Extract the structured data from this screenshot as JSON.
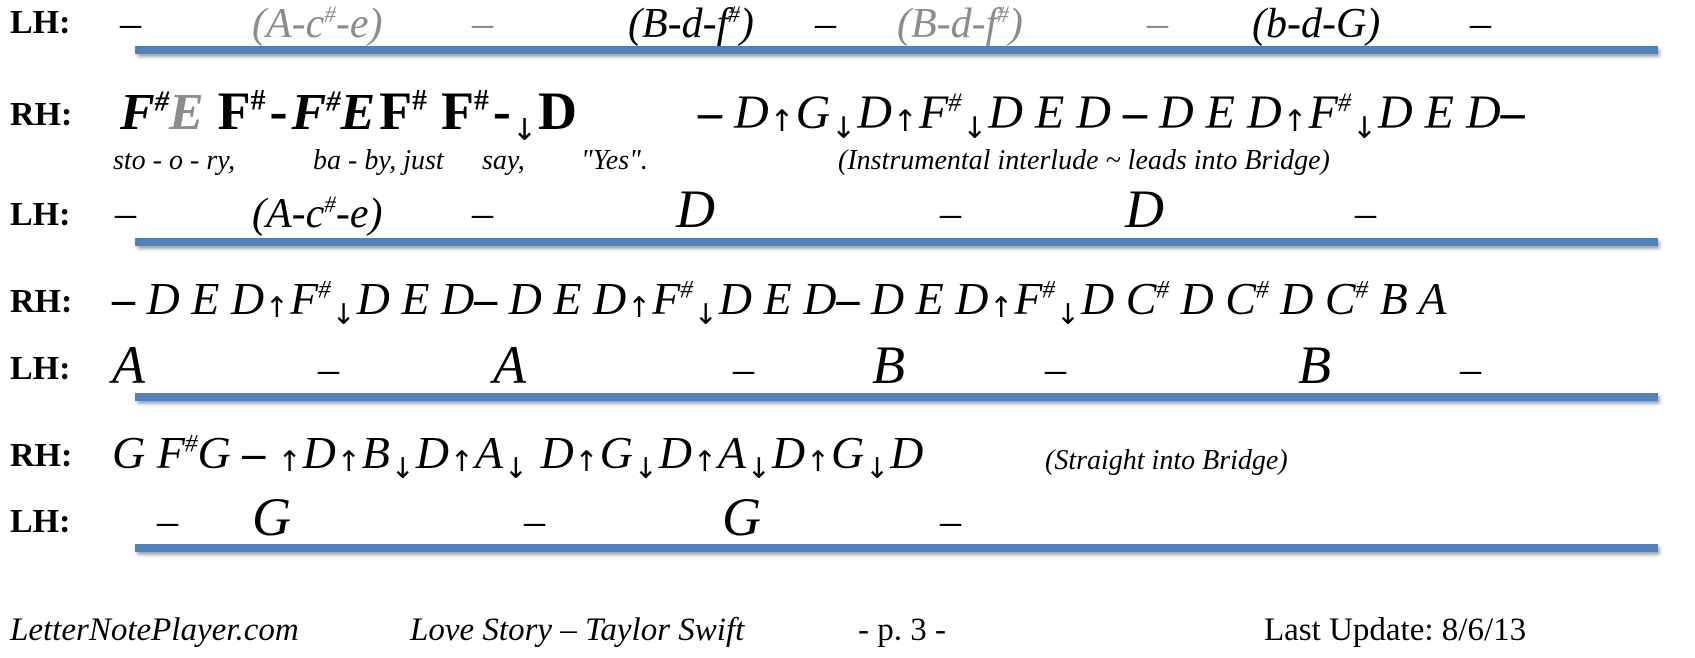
{
  "labels": {
    "lh": "LH:",
    "rh": "RH:"
  },
  "row1_lh": {
    "items": [
      "–",
      "(A-c",
      "#",
      "-e)",
      "–",
      "(B-d-f",
      "#",
      ")",
      "–",
      "(B-d-f",
      "#",
      ")",
      "–",
      "(b-d-G)",
      "–"
    ]
  },
  "row2_rh": {
    "left": [
      "F",
      "#",
      "E",
      "F",
      "#",
      "-",
      "F",
      "#",
      "E",
      "F",
      "#",
      "F",
      "#",
      "-",
      "↓",
      "D"
    ],
    "right": "– D↑G↓D↑F#↓D E D – D E D↑F#↓D E D –",
    "lyrics": [
      "sto - o - ry,",
      "ba - by,  just",
      "say,",
      "\"Yes\"."
    ],
    "note": "(Instrumental interlude ~ leads into Bridge)"
  },
  "row3_lh": {
    "items": [
      "–",
      "(A-c",
      "#",
      "-e)",
      "–",
      "D",
      "–",
      "D",
      "–"
    ]
  },
  "row4_rh": {
    "groups": [
      "– D E D↑F#↓D E D",
      "– D E D↑F#↓D E D",
      "– D E D↑F#↓D C# D C# D C# B A"
    ]
  },
  "row5_lh": {
    "items": [
      "A",
      "–",
      "A",
      "–",
      "B",
      "–",
      "B",
      "–"
    ]
  },
  "row6_rh": {
    "notes": "G F#G – ↑D↑B↓D↑A↓ D↑G↓D↑A↓D↑G↓D",
    "note": "(Straight into Bridge)"
  },
  "row7_lh": {
    "items": [
      "–",
      "G",
      "–",
      "G",
      "–"
    ]
  },
  "footer": {
    "site": "LetterNotePlayer.com",
    "song": "Love Story – Taylor Swift",
    "page": "-  p.   3 -",
    "update": "Last Update: 8/6/13"
  },
  "colors": {
    "bar": "#4f81bd",
    "grey_text": "#8c8c8c"
  }
}
